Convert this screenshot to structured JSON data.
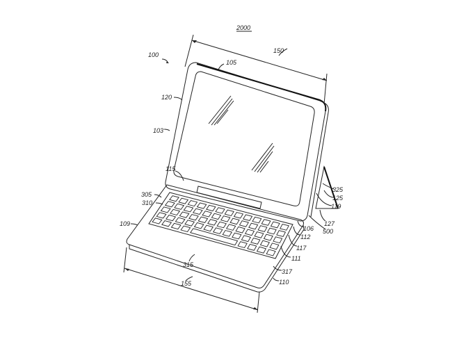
{
  "figure": {
    "number": "2000",
    "labels": {
      "device": "100",
      "screen_top": "105",
      "width_dim": "150",
      "display": "120",
      "housing": "103",
      "hinge": "115",
      "key": "305",
      "key_area": "310",
      "base_edge": "109",
      "stand_hinge": "325",
      "stand": "125",
      "stand_edge": "119",
      "stand_foot": "127",
      "stand_base": "500",
      "corner": "106",
      "edge_a": "112",
      "edge_b": "117",
      "edge_c": "111",
      "spacebar": "315",
      "base_corner": "317",
      "depth_dim": "155",
      "base": "110"
    }
  }
}
